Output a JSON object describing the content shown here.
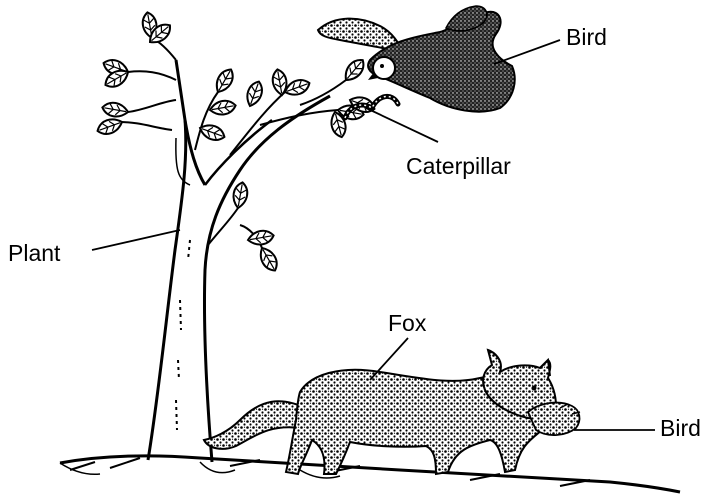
{
  "labels": {
    "bird_top": "Bird",
    "caterpillar": "Caterpillar",
    "plant": "Plant",
    "fox": "Fox",
    "bird_bottom": "Bird"
  },
  "colors": {
    "ink": "#000000",
    "background": "#ffffff",
    "leaf_fill": "#ffffff"
  },
  "icons": [
    "tree-illustration",
    "bird-illustration",
    "caterpillar-illustration",
    "fox-illustration"
  ]
}
